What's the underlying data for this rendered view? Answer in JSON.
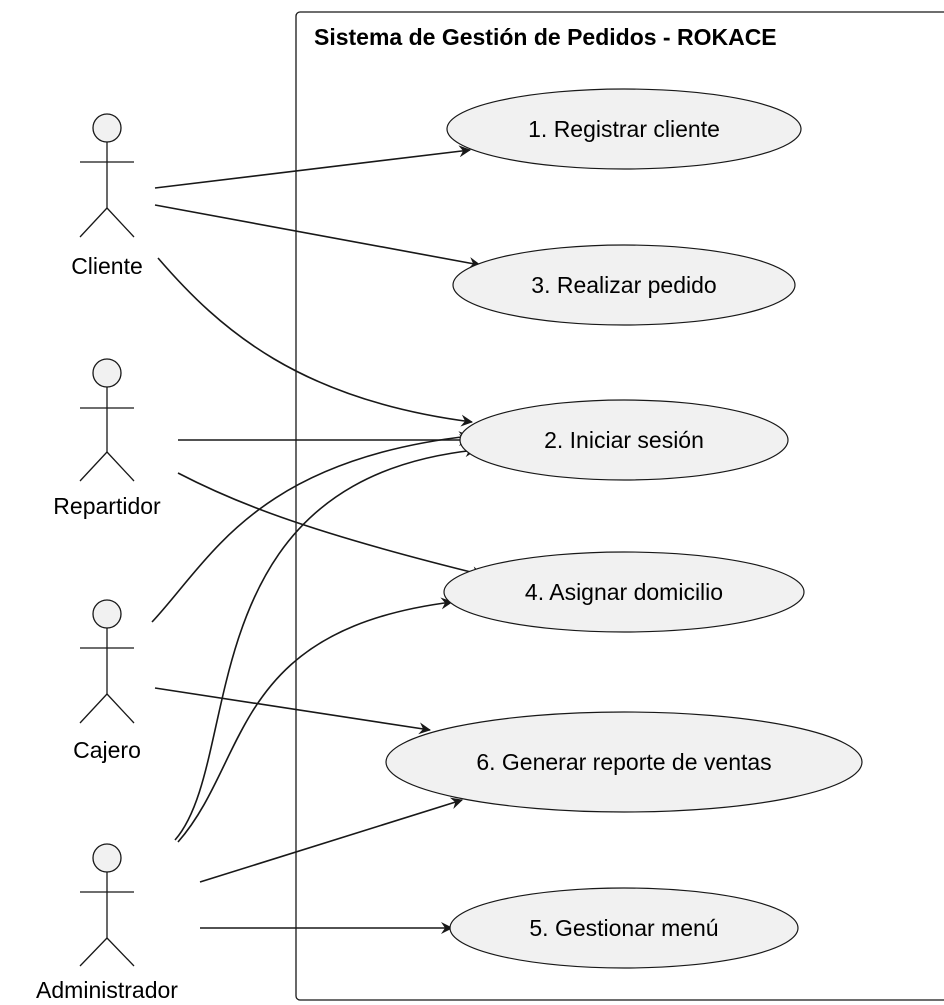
{
  "system": {
    "title": "Sistema de Gestión de Pedidos - ROKACE"
  },
  "actors": [
    {
      "id": "cliente",
      "label": "Cliente"
    },
    {
      "id": "repartidor",
      "label": "Repartidor"
    },
    {
      "id": "cajero",
      "label": "Cajero"
    },
    {
      "id": "administrador",
      "label": "Administrador"
    }
  ],
  "use_cases": [
    {
      "id": "uc1",
      "label": "1. Registrar cliente"
    },
    {
      "id": "uc3",
      "label": "3. Realizar pedido"
    },
    {
      "id": "uc2",
      "label": "2. Iniciar sesión"
    },
    {
      "id": "uc4",
      "label": "4. Asignar domicilio"
    },
    {
      "id": "uc6",
      "label": "6. Generar reporte de ventas"
    },
    {
      "id": "uc5",
      "label": "5. Gestionar menú"
    }
  ],
  "associations": [
    {
      "from": "cliente",
      "to": "uc1"
    },
    {
      "from": "cliente",
      "to": "uc3"
    },
    {
      "from": "cliente",
      "to": "uc2"
    },
    {
      "from": "repartidor",
      "to": "uc2"
    },
    {
      "from": "repartidor",
      "to": "uc4"
    },
    {
      "from": "cajero",
      "to": "uc2"
    },
    {
      "from": "cajero",
      "to": "uc6"
    },
    {
      "from": "administrador",
      "to": "uc2"
    },
    {
      "from": "administrador",
      "to": "uc4"
    },
    {
      "from": "administrador",
      "to": "uc6"
    },
    {
      "from": "administrador",
      "to": "uc5"
    }
  ],
  "colors": {
    "usecase_fill": "#f1f1f1",
    "stroke": "#181818",
    "background": "#ffffff"
  }
}
